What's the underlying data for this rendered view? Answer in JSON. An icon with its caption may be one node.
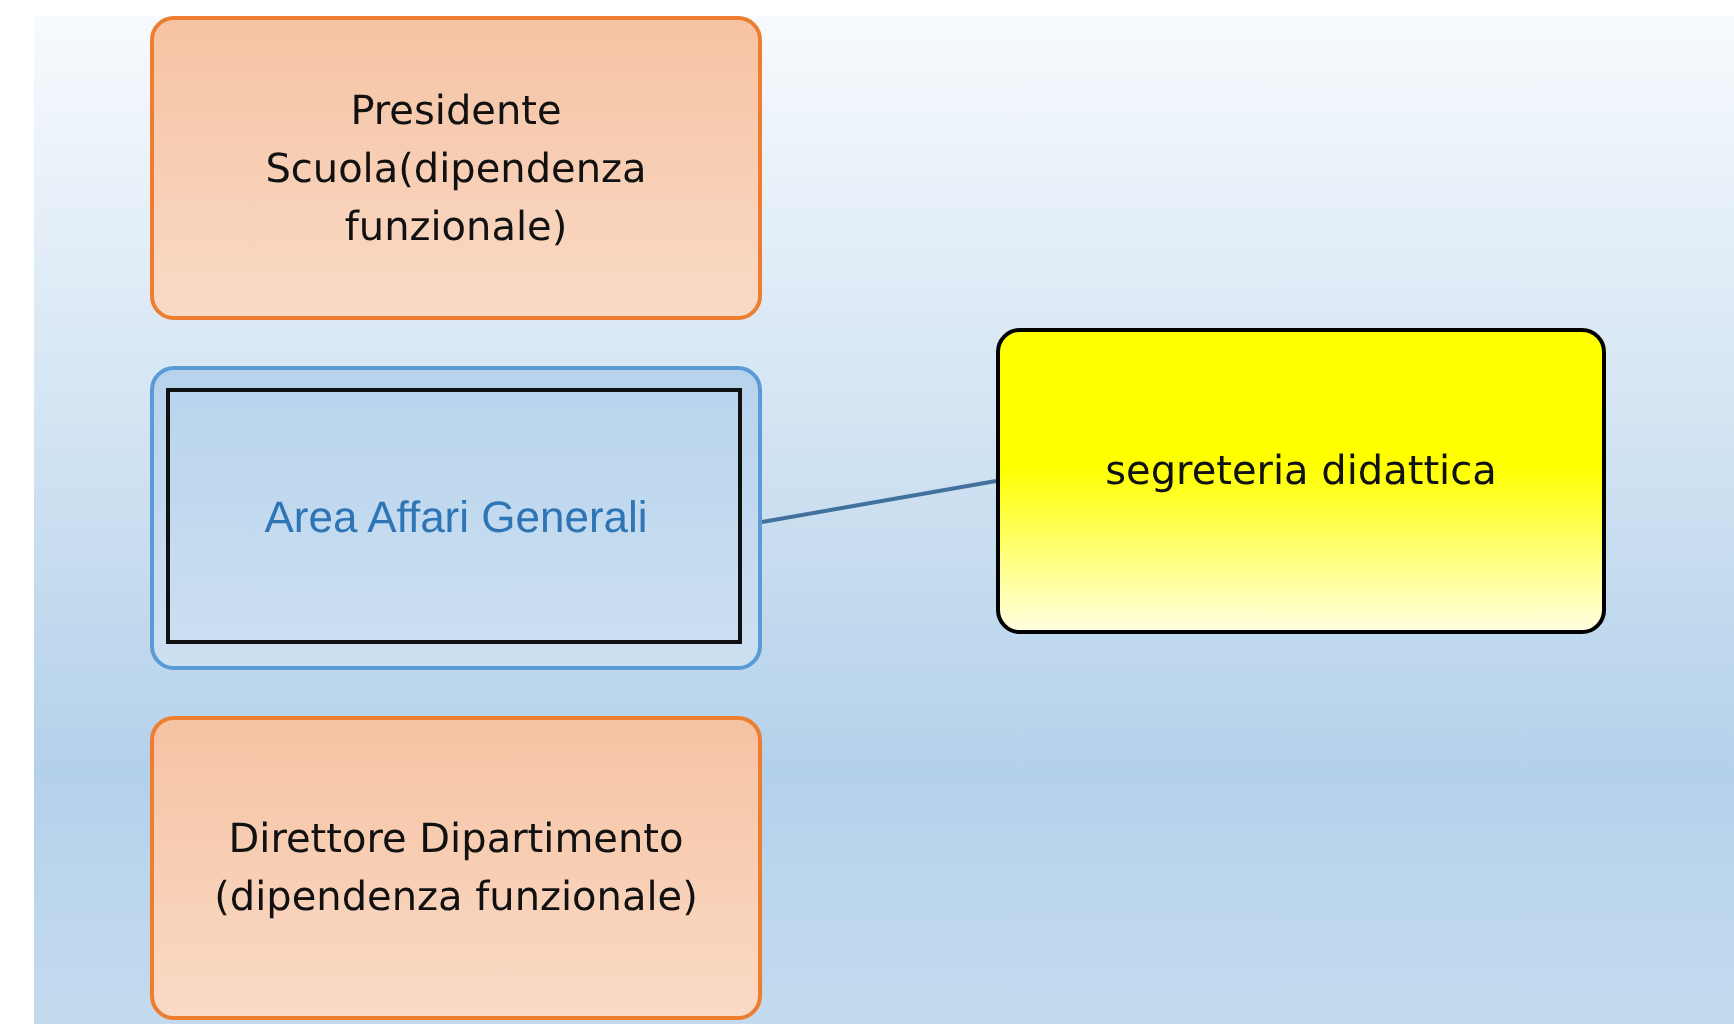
{
  "diagram": {
    "nodes": [
      {
        "text": [
          "Presidente Scuola(dipendenza funzionale)"
        ]
      },
      {
        "text": [
          "Area Affari Generali"
        ]
      },
      {
        "text": [
          "Direttore Dipartimento (dipendenza funzionale)"
        ]
      },
      {
        "text": [
          "segreteria didattica"
        ]
      }
    ],
    "edges": [
      {
        "from": 1,
        "to": 3,
        "arrow": "none"
      }
    ]
  }
}
